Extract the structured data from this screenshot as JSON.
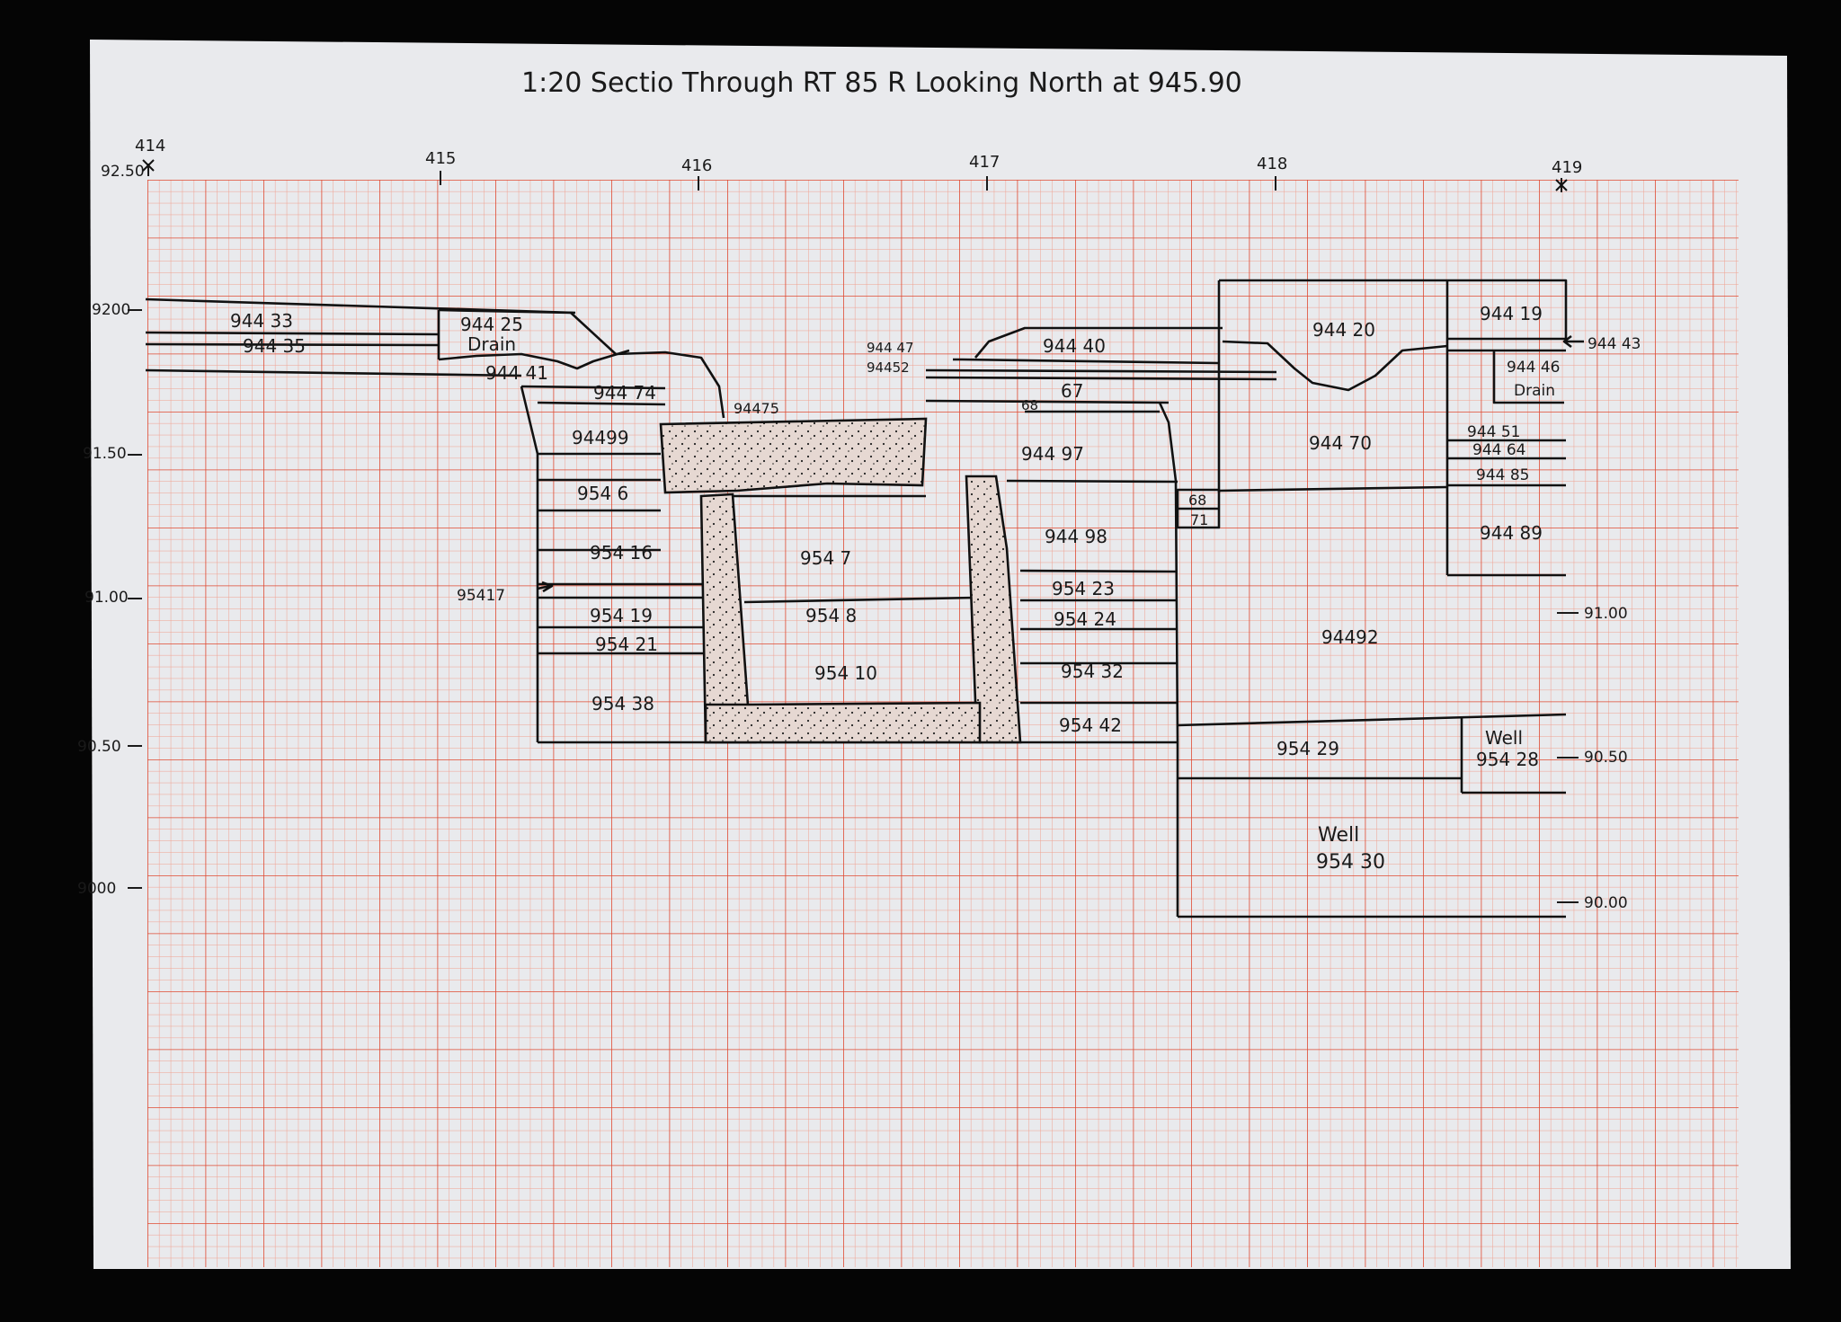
{
  "title": "1:20 Sectio Through  RT 85 R   Looking North at 945.90",
  "x_ticks": [
    {
      "label": "414"
    },
    {
      "label": "415"
    },
    {
      "label": "416"
    },
    {
      "label": "417"
    },
    {
      "label": "418"
    },
    {
      "label": "419"
    }
  ],
  "y_labels_left": [
    {
      "label": "92.50"
    },
    {
      "label": "9200"
    },
    {
      "label": "91.50"
    },
    {
      "label": "91.00"
    },
    {
      "label": "90.50"
    },
    {
      "label": "9000"
    }
  ],
  "y_labels_right": [
    {
      "label": "91.00"
    },
    {
      "label": "90.50"
    },
    {
      "label": "90.00"
    }
  ],
  "contexts": [
    {
      "label": "944 33"
    },
    {
      "label": "944 35"
    },
    {
      "label": "944 25"
    },
    {
      "label": "Drain"
    },
    {
      "label": "944 41"
    },
    {
      "label": "944 74"
    },
    {
      "label": "94475"
    },
    {
      "label": "94499"
    },
    {
      "label": "954 6"
    },
    {
      "label": "954 16"
    },
    {
      "label": "95417"
    },
    {
      "label": "954 19"
    },
    {
      "label": "954 21"
    },
    {
      "label": "954 38"
    },
    {
      "label": "954 7"
    },
    {
      "label": "954 8"
    },
    {
      "label": "954 10"
    },
    {
      "label": "944 47"
    },
    {
      "label": "94452"
    },
    {
      "label": "944 40"
    },
    {
      "label": "67"
    },
    {
      "label": "68"
    },
    {
      "label": "944 97"
    },
    {
      "label": "944 98"
    },
    {
      "label": "954 23"
    },
    {
      "label": "954 24"
    },
    {
      "label": "954 32"
    },
    {
      "label": "954 42"
    },
    {
      "label": "68"
    },
    {
      "label": "71"
    },
    {
      "label": "944 20"
    },
    {
      "label": "944 70"
    },
    {
      "label": "944 19"
    },
    {
      "label": "944 43"
    },
    {
      "label": "944 46"
    },
    {
      "label": "Drain"
    },
    {
      "label": "944 51"
    },
    {
      "label": "944 64"
    },
    {
      "label": "944 85"
    },
    {
      "label": "944 89"
    },
    {
      "label": "94492"
    },
    {
      "label": "954 29"
    },
    {
      "label": "Well"
    },
    {
      "label": "954 28"
    },
    {
      "label": "Well"
    },
    {
      "label": "954 30"
    }
  ],
  "colors": {
    "background": "#050505",
    "paper": "#e9eaed",
    "grid_minor": "#f0a08f",
    "grid_major": "#df4a32",
    "ink": "#1a1a1a"
  }
}
